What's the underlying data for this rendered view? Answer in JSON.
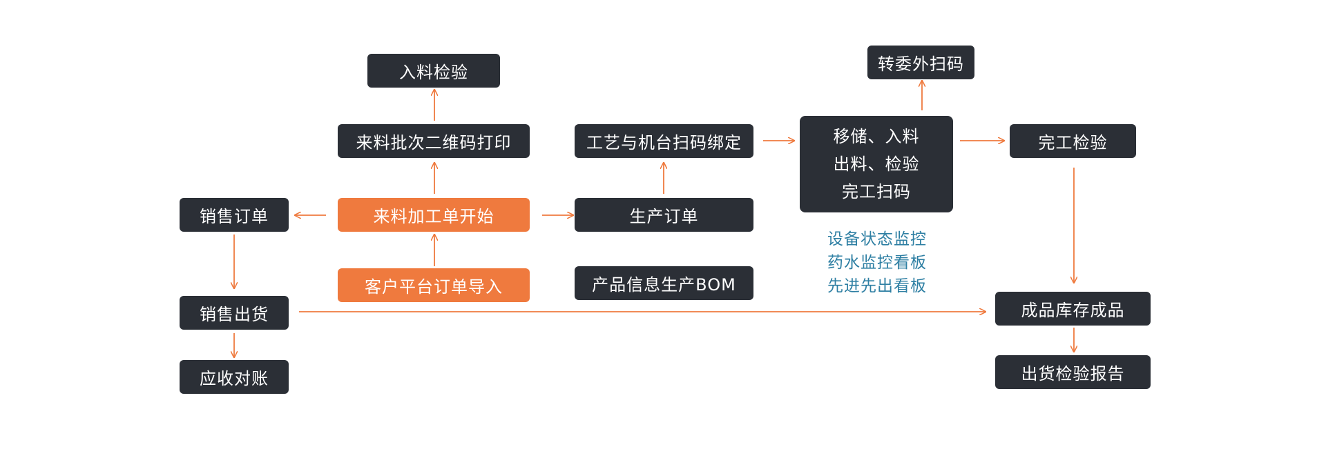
{
  "nodes": {
    "incoming_inspection": "入料检验",
    "batch_qr_print": "来料批次二维码打印",
    "processing_order_start": "来料加工单开始",
    "customer_order_import": "客户平台订单导入",
    "sales_order": "销售订单",
    "sales_shipment": "销售出货",
    "receivable_reconciliation": "应收对账",
    "process_machine_binding": "工艺与机台扫码绑定",
    "production_order": "生产订单",
    "product_info_bom": "产品信息生产BOM",
    "outsource_scan": "转委外扫码",
    "move_storage_lines": [
      "移储、入料",
      "出料、检验",
      "完工扫码"
    ],
    "completion_inspection": "完工检验",
    "finished_goods_inventory": "成品库存成品",
    "shipment_inspection_report": "出货检验报告"
  },
  "monitoring_notes": [
    "设备状态监控",
    "药水监控看板",
    "先进先出看板"
  ],
  "colors": {
    "dark": "#2b2f36",
    "orange": "#ef7a3e",
    "arrow": "#ef7a3e",
    "note": "#2e7fa3"
  }
}
